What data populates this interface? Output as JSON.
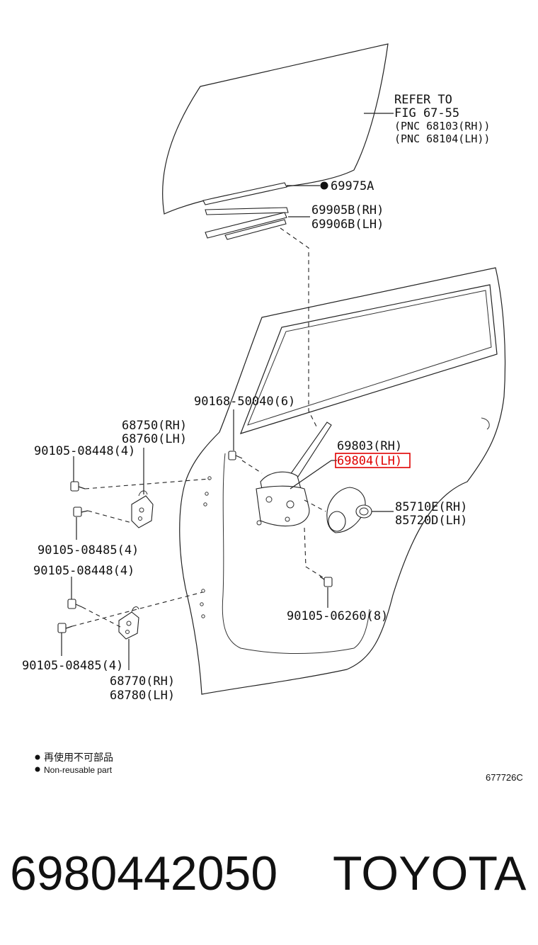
{
  "refer": {
    "line1": "REFER TO",
    "line2": "FIG 67-55",
    "line3": "(PNC 68103(RH))",
    "line4": "(PNC 68104(LH))"
  },
  "labels": {
    "p69975A": "69975A",
    "p69905B": "69905B(RH)",
    "p69906B": "69906B(LH)",
    "p90168": "90168-50040(6)",
    "p68750": "68750(RH)",
    "p68760": "68760(LH)",
    "p90105_08448_a": "90105-08448(4)",
    "p69803": "69803(RH)",
    "p69804": "69804(LH)",
    "p85710E": "85710E(RH)",
    "p85720D": "85720D(LH)",
    "p90105_08485_a": "90105-08485(4)",
    "p90105_08448_b": "90105-08448(4)",
    "p90105_06260": "90105-06260(8)",
    "p90105_08485_b": "90105-08485(4)",
    "p68770": "68770(RH)",
    "p68780": "68780(LH)"
  },
  "legend": {
    "jp": "再使用不可部品",
    "en": "Non-reusable part"
  },
  "figure_code": "677726C",
  "part_number": "6980442050",
  "brand": "TOYOTA",
  "colors": {
    "highlight": "#e00000",
    "ink": "#111111"
  }
}
